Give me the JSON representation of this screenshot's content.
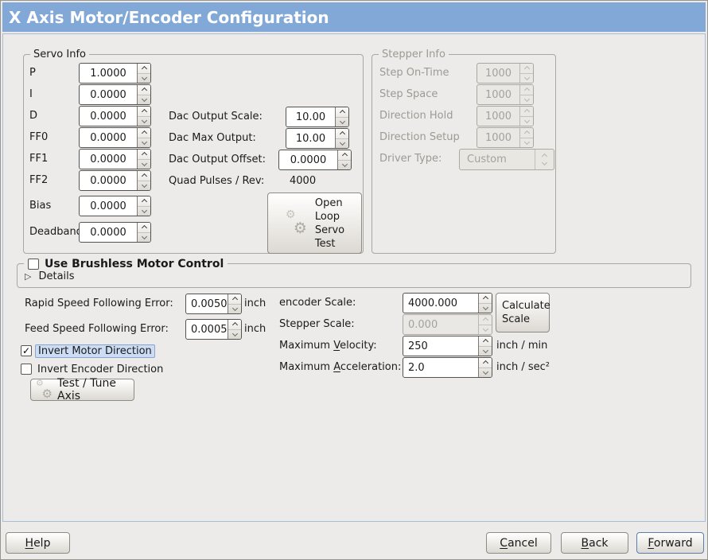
{
  "window": {
    "title": "X Axis Motor/Encoder Configuration"
  },
  "icons": {
    "gear": "⚙",
    "expander_collapsed": "▷",
    "check": "✓"
  },
  "servo_info": {
    "title": "Servo Info",
    "rows": [
      {
        "label": "P",
        "value": "1.0000"
      },
      {
        "label": "I",
        "value": "0.0000"
      },
      {
        "label": "D",
        "value": "0.0000"
      },
      {
        "label": "FF0",
        "value": "0.0000"
      },
      {
        "label": "FF1",
        "value": "0.0000"
      },
      {
        "label": "FF2",
        "value": "0.0000"
      },
      {
        "label": "Bias",
        "value": "0.0000"
      },
      {
        "label": "Deadband",
        "value": "0.0000"
      }
    ],
    "dac_rows": [
      {
        "label": "Dac Output Scale:",
        "value": "10.00"
      },
      {
        "label": "Dac Max Output:",
        "value": "10.00"
      },
      {
        "label": "Dac Output Offset:",
        "value": "0.0000"
      }
    ],
    "quad_label": "Quad Pulses / Rev:",
    "quad_value": "4000",
    "open_loop_button": {
      "line1": "Open",
      "line2": "Loop",
      "line3": "Servo",
      "line4": "Test"
    }
  },
  "stepper_info": {
    "title": "Stepper Info",
    "rows": [
      {
        "label": "Step On-Time",
        "value": "1000"
      },
      {
        "label": "Step Space",
        "value": "1000"
      },
      {
        "label": "Direction Hold",
        "value": "1000"
      },
      {
        "label": "Direction Setup",
        "value": "1000"
      }
    ],
    "driver_type_label": "Driver Type:",
    "driver_type_value": "Custom"
  },
  "brushless": {
    "checkbox_label": "Use Brushless Motor Control",
    "details_label": "Details"
  },
  "following_error": {
    "rapid_label": "Rapid Speed Following Error:",
    "rapid_value": "0.0050",
    "rapid_unit": "inch",
    "feed_label": "Feed Speed Following Error:",
    "feed_value": "0.0005",
    "feed_unit": "inch"
  },
  "direction": {
    "invert_motor_label": "Invert Motor Direction",
    "invert_encoder_label": "Invert Encoder Direction",
    "test_tune_button": "Test / Tune Axis"
  },
  "scaling": {
    "encoder_label": "encoder Scale:",
    "encoder_value": "4000.000",
    "calculate_button": {
      "line1": "Calculate",
      "line2": "Scale"
    },
    "stepper_label": "Stepper Scale:",
    "stepper_value": "0.000",
    "velocity_label": {
      "pre": "Maximum ",
      "mn": "V",
      "post": "elocity:"
    },
    "velocity_value": "250",
    "velocity_unit": "inch / min",
    "accel_label": {
      "pre": "Maximum ",
      "mn": "A",
      "post": "cceleration:"
    },
    "accel_value": "2.0",
    "accel_unit": "inch / sec²"
  },
  "footer": {
    "help": {
      "mn": "H",
      "post": "elp"
    },
    "cancel": {
      "mn": "C",
      "post": "ancel"
    },
    "back": {
      "mn": "B",
      "post": "ack"
    },
    "forward": {
      "mn": "F",
      "post": "orward"
    }
  },
  "colors": {
    "titlebar": "#82a8d8",
    "background": "#ecebe9",
    "focus_highlight": "#cbdcf4",
    "forward_border": "#5a7fae"
  }
}
